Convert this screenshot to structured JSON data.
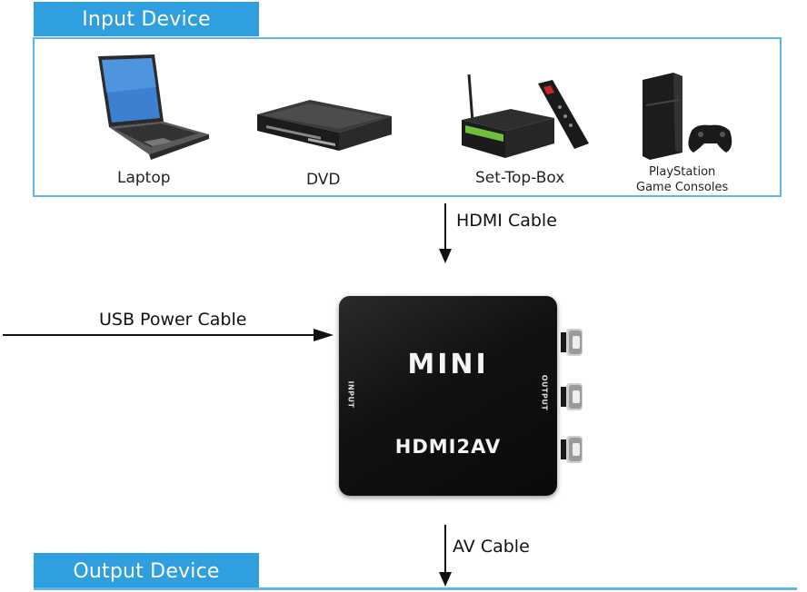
{
  "input_section": {
    "title": "Input Device",
    "devices": [
      {
        "label": "Laptop",
        "icon": "laptop-icon"
      },
      {
        "label": "DVD",
        "icon": "dvd-player-icon"
      },
      {
        "label": "Set-Top-Box",
        "icon": "set-top-box-icon"
      },
      {
        "label_line1": "PlayStation",
        "label_line2": "Game Consoles",
        "icon": "game-console-icon"
      }
    ]
  },
  "cables": {
    "hdmi": "HDMI Cable",
    "usb_power": "USB Power Cable",
    "av": "AV Cable"
  },
  "converter": {
    "brand": "MINI",
    "model": "HDMI2AV",
    "input_label": "INPUT",
    "output_label": "OUTPUT"
  },
  "output_section": {
    "title": "Output Device"
  },
  "colors": {
    "accent": "#2f9fe0",
    "frame": "#5fb5e5",
    "device_body": "#111111"
  }
}
